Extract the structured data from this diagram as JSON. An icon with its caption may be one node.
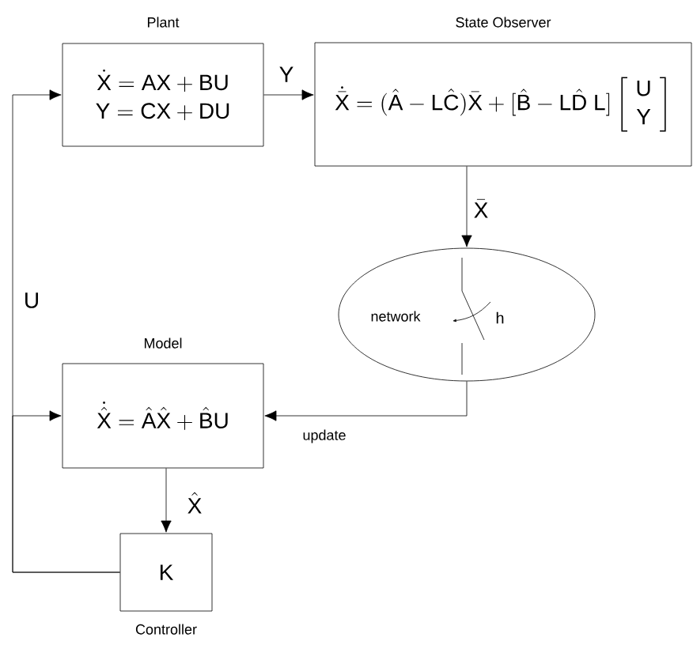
{
  "diagram": {
    "nodes": [
      {
        "text": [
          "Plant",
          "\\dot{\\mathsf{X}}=\\mathsf{AX}+\\mathsf{BU}",
          "\\mathsf{Y}=\\mathsf{CX}+\\mathsf{DU}"
        ]
      },
      {
        "text": [
          "State Observer",
          "\\dot{\\bar{\\mathsf{X}}}=(\\hat{\\mathsf{A}}-\\mathsf{L}\\hat{\\mathsf{C}})\\bar{\\mathsf{X}}+[\\hat{\\mathsf{B}}-\\mathsf{L}\\hat{\\mathsf{D}}\\ \\mathsf{L}]\\left[\\begin{array}{c}\\mathsf{U}\\\\ \\mathsf{Y}\\end{array}\\right]"
        ]
      },
      {
        "text": [
          "network",
          "h"
        ]
      },
      {
        "text": [
          "Model",
          "\\dot{\\hat{\\mathsf{X}}}=\\hat{\\mathsf{A}}\\hat{\\mathsf{X}}+\\hat{\\mathsf{B}}\\mathsf{U}"
        ]
      },
      {
        "text": [
          "K",
          "Controller"
        ]
      }
    ],
    "edges": [
      {
        "from": 0,
        "to": 1,
        "arrow": "to",
        "label": "\\mathsf{Y}"
      },
      {
        "from": 1,
        "to": 2,
        "arrow": "to",
        "label": "\\bar{\\mathsf{X}}"
      },
      {
        "from": 2,
        "to": 3,
        "arrow": "to",
        "label": "update"
      },
      {
        "from": 3,
        "to": 4,
        "arrow": "to",
        "label": "\\hat{\\mathsf{X}}"
      },
      {
        "from": 4,
        "to": 0,
        "arrow": "to",
        "label": "\\mathsf{U}"
      },
      {
        "from": 4,
        "to": 3,
        "arrow": "to"
      }
    ]
  }
}
